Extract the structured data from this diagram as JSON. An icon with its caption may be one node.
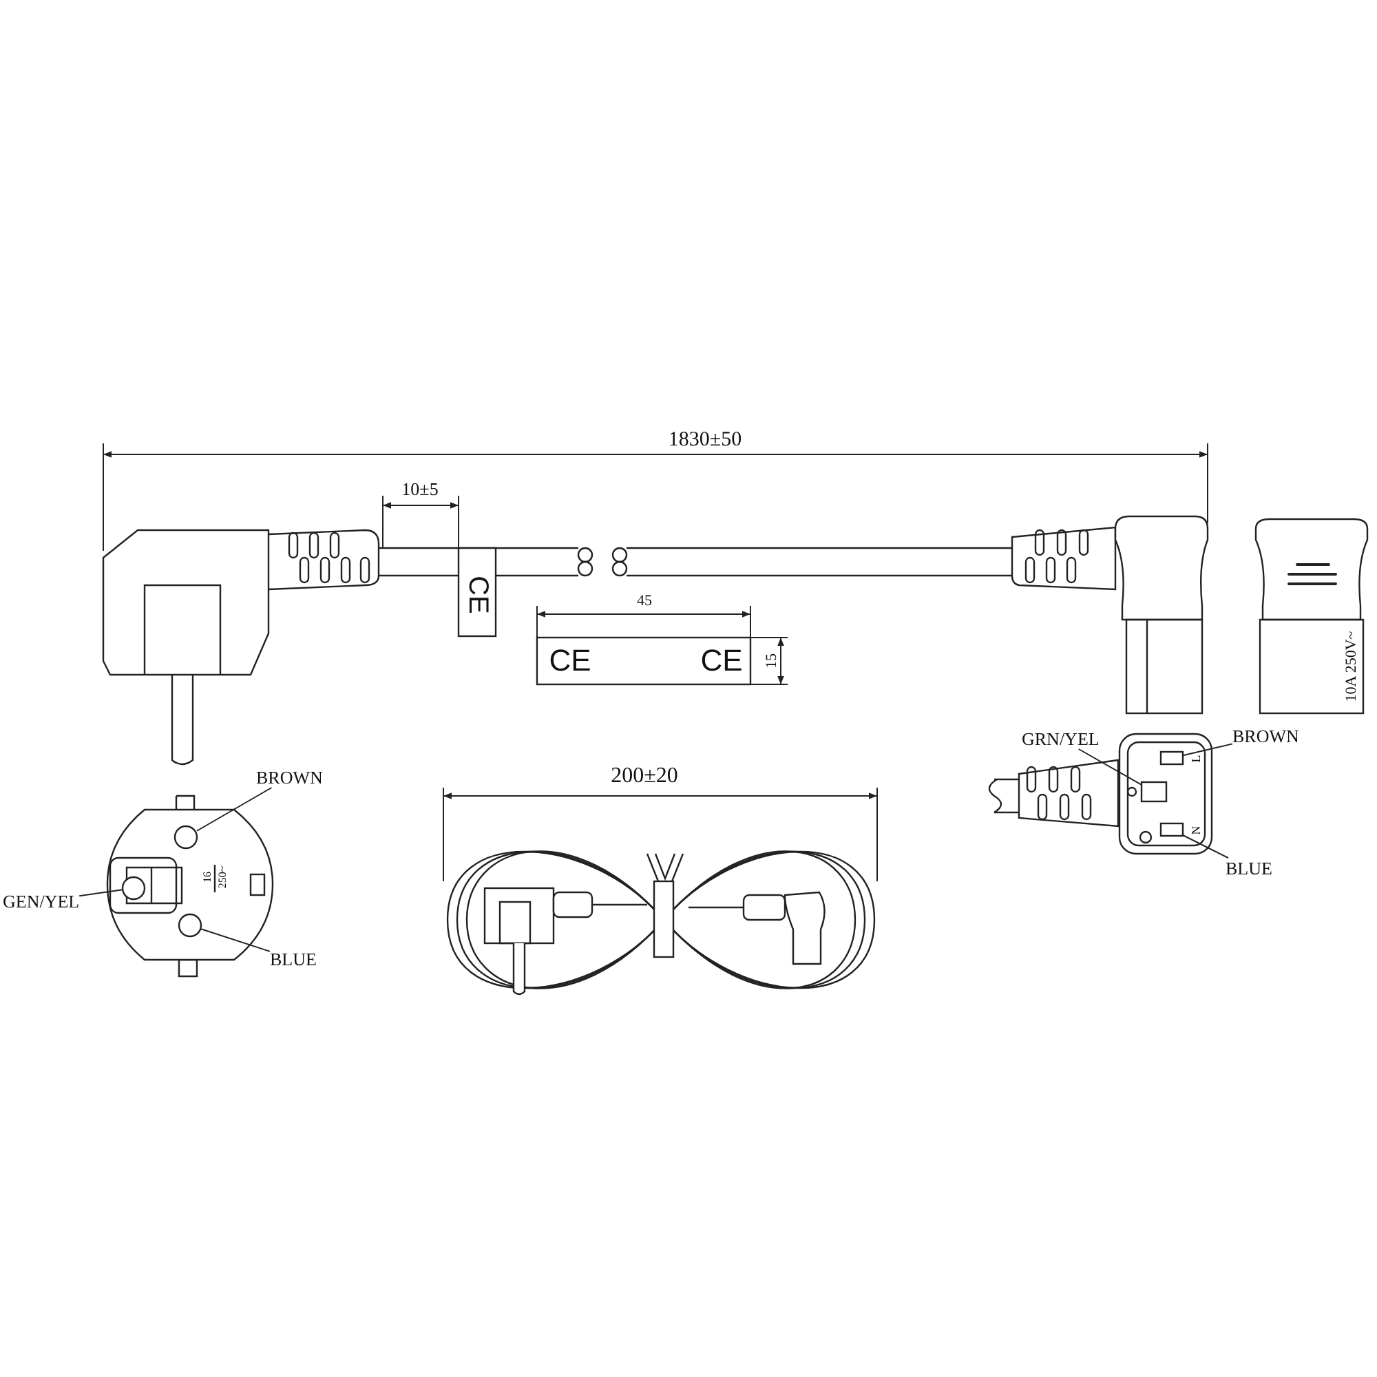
{
  "diagram": {
    "nodes": [
      {
        "text": [
          "BROWN"
        ]
      },
      {
        "text": [
          "GEN/YEL"
        ]
      },
      {
        "text": [
          "BLUE"
        ]
      },
      {
        "text": [],
        "shape": "circle"
      },
      {
        "text": [],
        "shape": "circle"
      },
      {
        "text": [],
        "shape": "circle"
      },
      {
        "text": [
          "GRN/YEL"
        ]
      },
      {
        "text": [
          "BROWN"
        ]
      },
      {
        "text": [
          "BLUE"
        ]
      },
      {
        "text": [],
        "shape": "box"
      },
      {
        "text": [],
        "shape": "box"
      },
      {
        "text": [],
        "shape": "box"
      }
    ],
    "edges": [
      {
        "from": 0,
        "to": 3,
        "arrow": "none"
      },
      {
        "from": 1,
        "to": 4,
        "arrow": "none"
      },
      {
        "from": 2,
        "to": 5,
        "arrow": "none"
      },
      {
        "from": 6,
        "to": 9,
        "arrow": "none"
      },
      {
        "from": 7,
        "to": 10,
        "arrow": "none"
      },
      {
        "from": 8,
        "to": 11,
        "arrow": "none"
      }
    ],
    "labels": [
      "1830±50",
      "10±5",
      "CE",
      "45",
      "CE",
      "CE",
      "15",
      "10A 250V~",
      "16",
      "250~",
      "L",
      "N",
      "200±20"
    ]
  }
}
